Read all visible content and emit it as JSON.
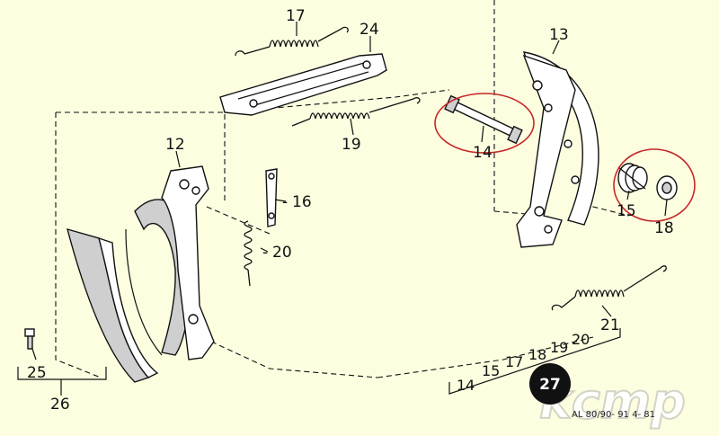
{
  "labels": {
    "p17": "17",
    "p24": "24",
    "p13": "13",
    "p12": "12",
    "p19": "19",
    "p14": "14",
    "p16": "16",
    "p20": "20",
    "p15": "15",
    "p18": "18",
    "p21": "21",
    "p25": "25",
    "p26": "26",
    "seq": [
      "14",
      "15",
      "17",
      "18",
      "19",
      "20"
    ]
  },
  "badge": "27",
  "footer_code": "AL 80/90- 91     4- 81",
  "watermark": "kcmp",
  "colors": {
    "background": "#fdfde0",
    "highlight": "#c62828",
    "badge": "#111111"
  }
}
